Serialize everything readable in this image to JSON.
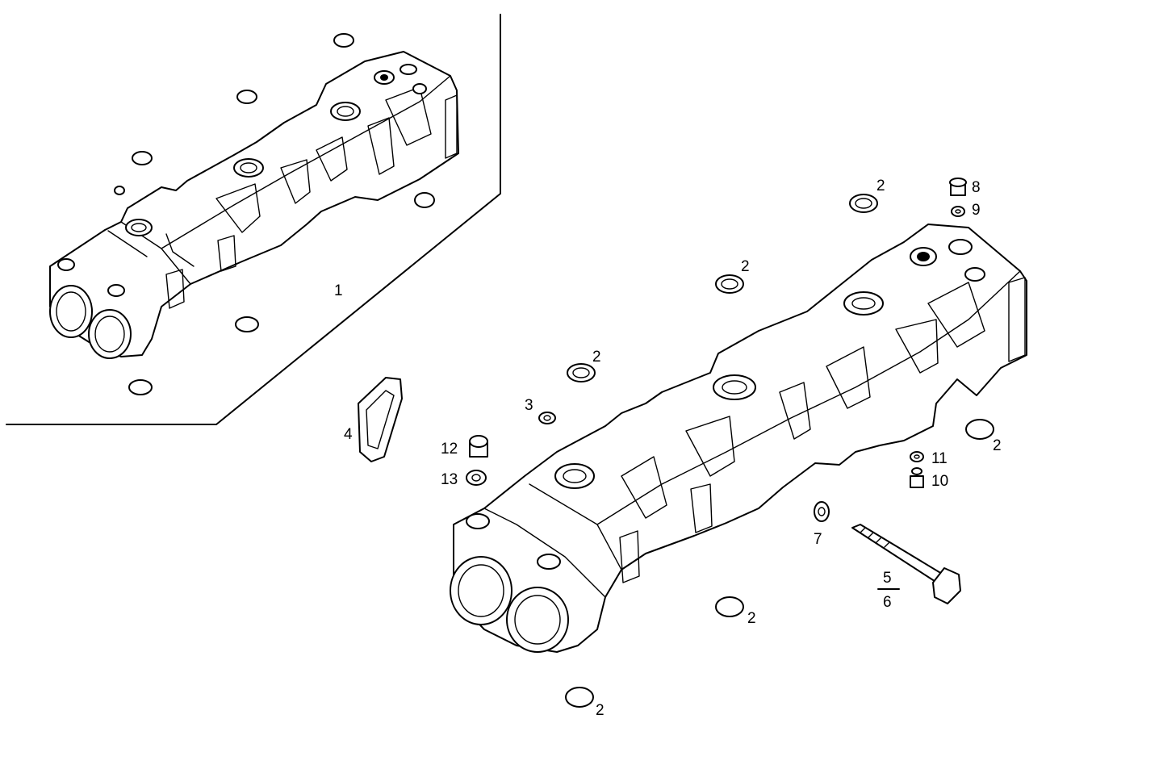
{
  "diagram": {
    "callouts": [
      {
        "id": "c1",
        "text": "1"
      },
      {
        "id": "c2a",
        "text": "2"
      },
      {
        "id": "c2b",
        "text": "2"
      },
      {
        "id": "c2c",
        "text": "2"
      },
      {
        "id": "c2d",
        "text": "2"
      },
      {
        "id": "c2e",
        "text": "2"
      },
      {
        "id": "c2f",
        "text": "2"
      },
      {
        "id": "c3",
        "text": "3"
      },
      {
        "id": "c4",
        "text": "4"
      },
      {
        "id": "c5",
        "text": "5"
      },
      {
        "id": "c6",
        "text": "6"
      },
      {
        "id": "c7",
        "text": "7"
      },
      {
        "id": "c8",
        "text": "8"
      },
      {
        "id": "c9",
        "text": "9"
      },
      {
        "id": "c10",
        "text": "10"
      },
      {
        "id": "c11",
        "text": "11"
      },
      {
        "id": "c12",
        "text": "12"
      },
      {
        "id": "c13",
        "text": "13"
      }
    ]
  }
}
